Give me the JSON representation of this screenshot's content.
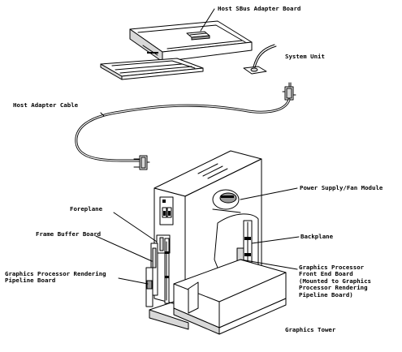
{
  "labels": {
    "host_sbus_adapter_board": "Host SBus Adapter Board",
    "system_unit": "System Unit",
    "host_adapter_cable": "Host Adapter Cable",
    "power_supply_fan_module": "Power Supply/Fan Module",
    "foreplane": "Foreplane",
    "frame_buffer_board": "Frame Buffer Board",
    "backplane": "Backplane",
    "graphics_processor_rendering_pipeline_board": "Graphics Processor Rendering\nPipeline Board",
    "graphics_processor_front_end_board": "Graphics Processor\nFront End Board\n(Mounted to Graphics\nProcessor Rendering\nPipeline Board)",
    "graphics_tower": "Graphics Tower"
  }
}
